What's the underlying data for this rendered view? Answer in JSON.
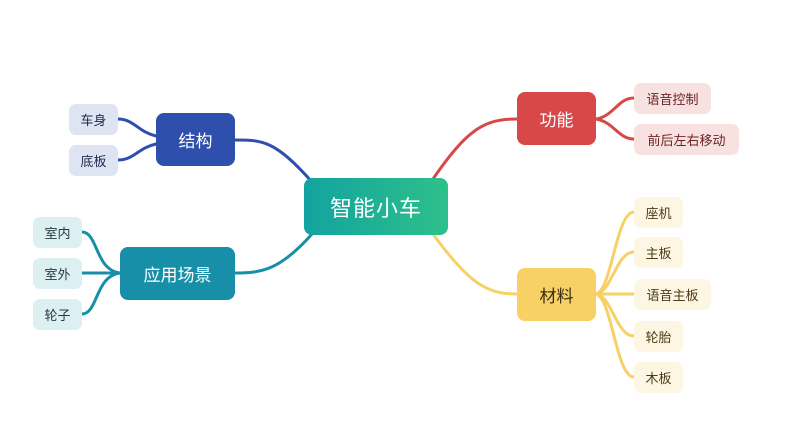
{
  "root": {
    "label": "智能小车"
  },
  "branches": {
    "structure": {
      "label": "结构",
      "color": "#2e4fac",
      "children": [
        "车身",
        "底板"
      ]
    },
    "scene": {
      "label": "应用场景",
      "color": "#178fa8",
      "children": [
        "室内",
        "室外",
        "轮子"
      ]
    },
    "function": {
      "label": "功能",
      "color": "#d74848",
      "children": [
        "语音控制",
        "前后左右移动"
      ]
    },
    "material": {
      "label": "材料",
      "color": "#f7d166",
      "children": [
        "座机",
        "主板",
        "语音主板",
        "轮胎",
        "木板"
      ]
    }
  },
  "root_gradient": [
    "#12a3a0",
    "#2ec08a"
  ]
}
